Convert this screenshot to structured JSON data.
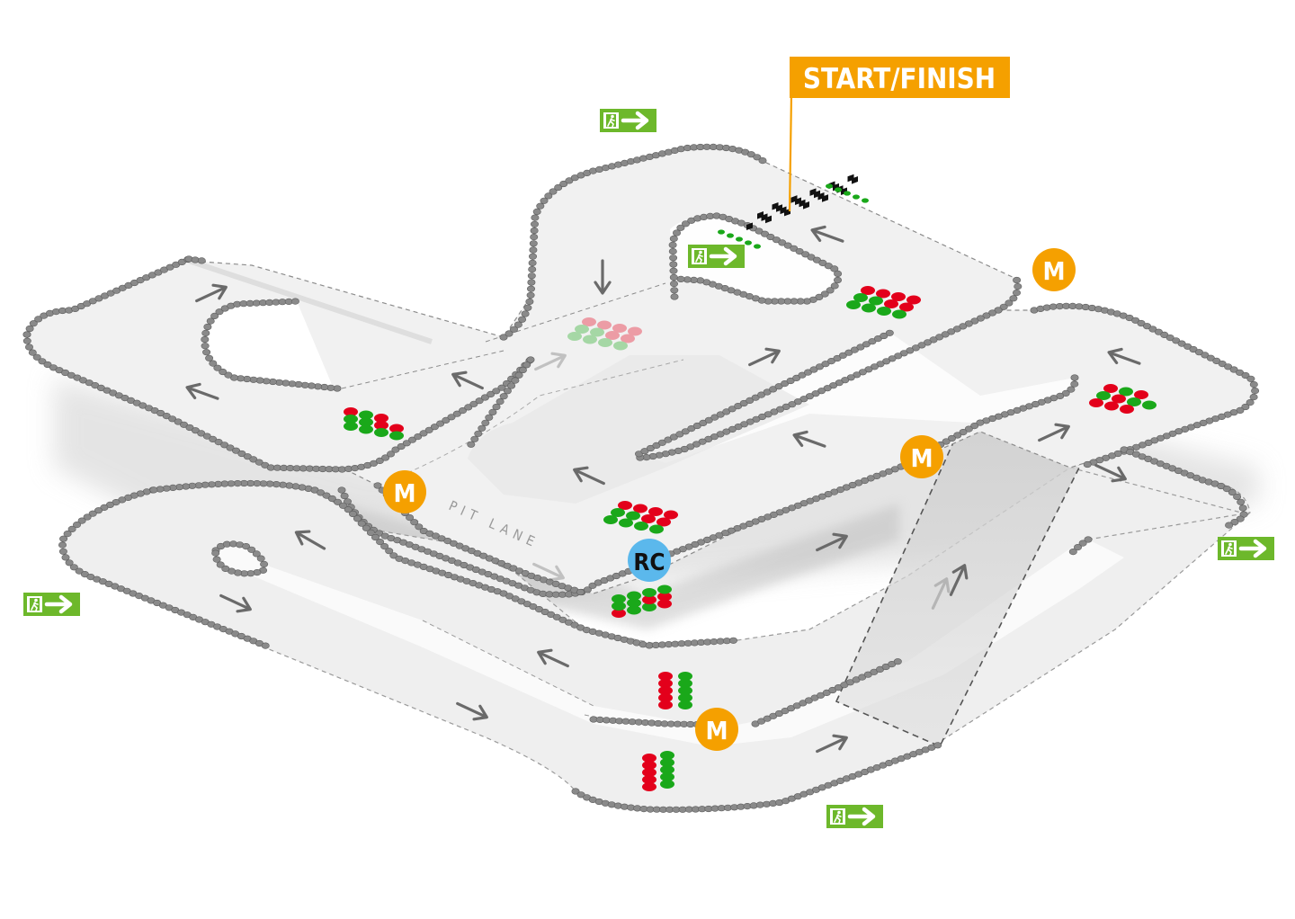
{
  "start_finish": {
    "label": "START/FINISH"
  },
  "pit_lane": {
    "label": "PIT LANE"
  },
  "race_control": {
    "label": "RC"
  },
  "marshal_label": "M",
  "markers": {
    "marshal_count": 4,
    "emergency_exit_count": 5,
    "exit_icon": "emergency-exit-icon"
  },
  "colors": {
    "accent": "#f5a000",
    "race_control": "#5bb8ec",
    "exit_green": "#6db82b",
    "signal_green": "#1aa81a",
    "signal_red": "#e3001b",
    "curb": "#8c8c8c",
    "track": "#efefef"
  }
}
